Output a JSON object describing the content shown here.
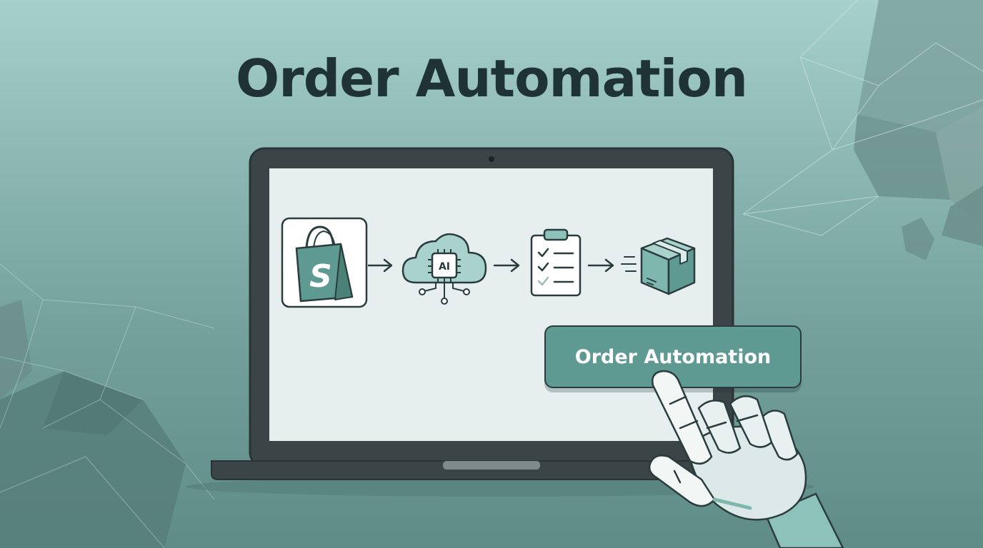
{
  "headline": "Order Automation",
  "chip_label": "AI",
  "cta_label": "Order Automation",
  "flow": [
    {
      "icon": "shopify-bag-icon",
      "glyph": "S"
    },
    {
      "icon": "ai-cloud-chip-icon"
    },
    {
      "icon": "checklist-clipboard-icon"
    },
    {
      "icon": "shipping-box-icon"
    }
  ],
  "colors": {
    "accent": "#5f9a92",
    "dark": "#2a3c3e",
    "screen": "#e6efee",
    "bezel": "#3b4446"
  }
}
